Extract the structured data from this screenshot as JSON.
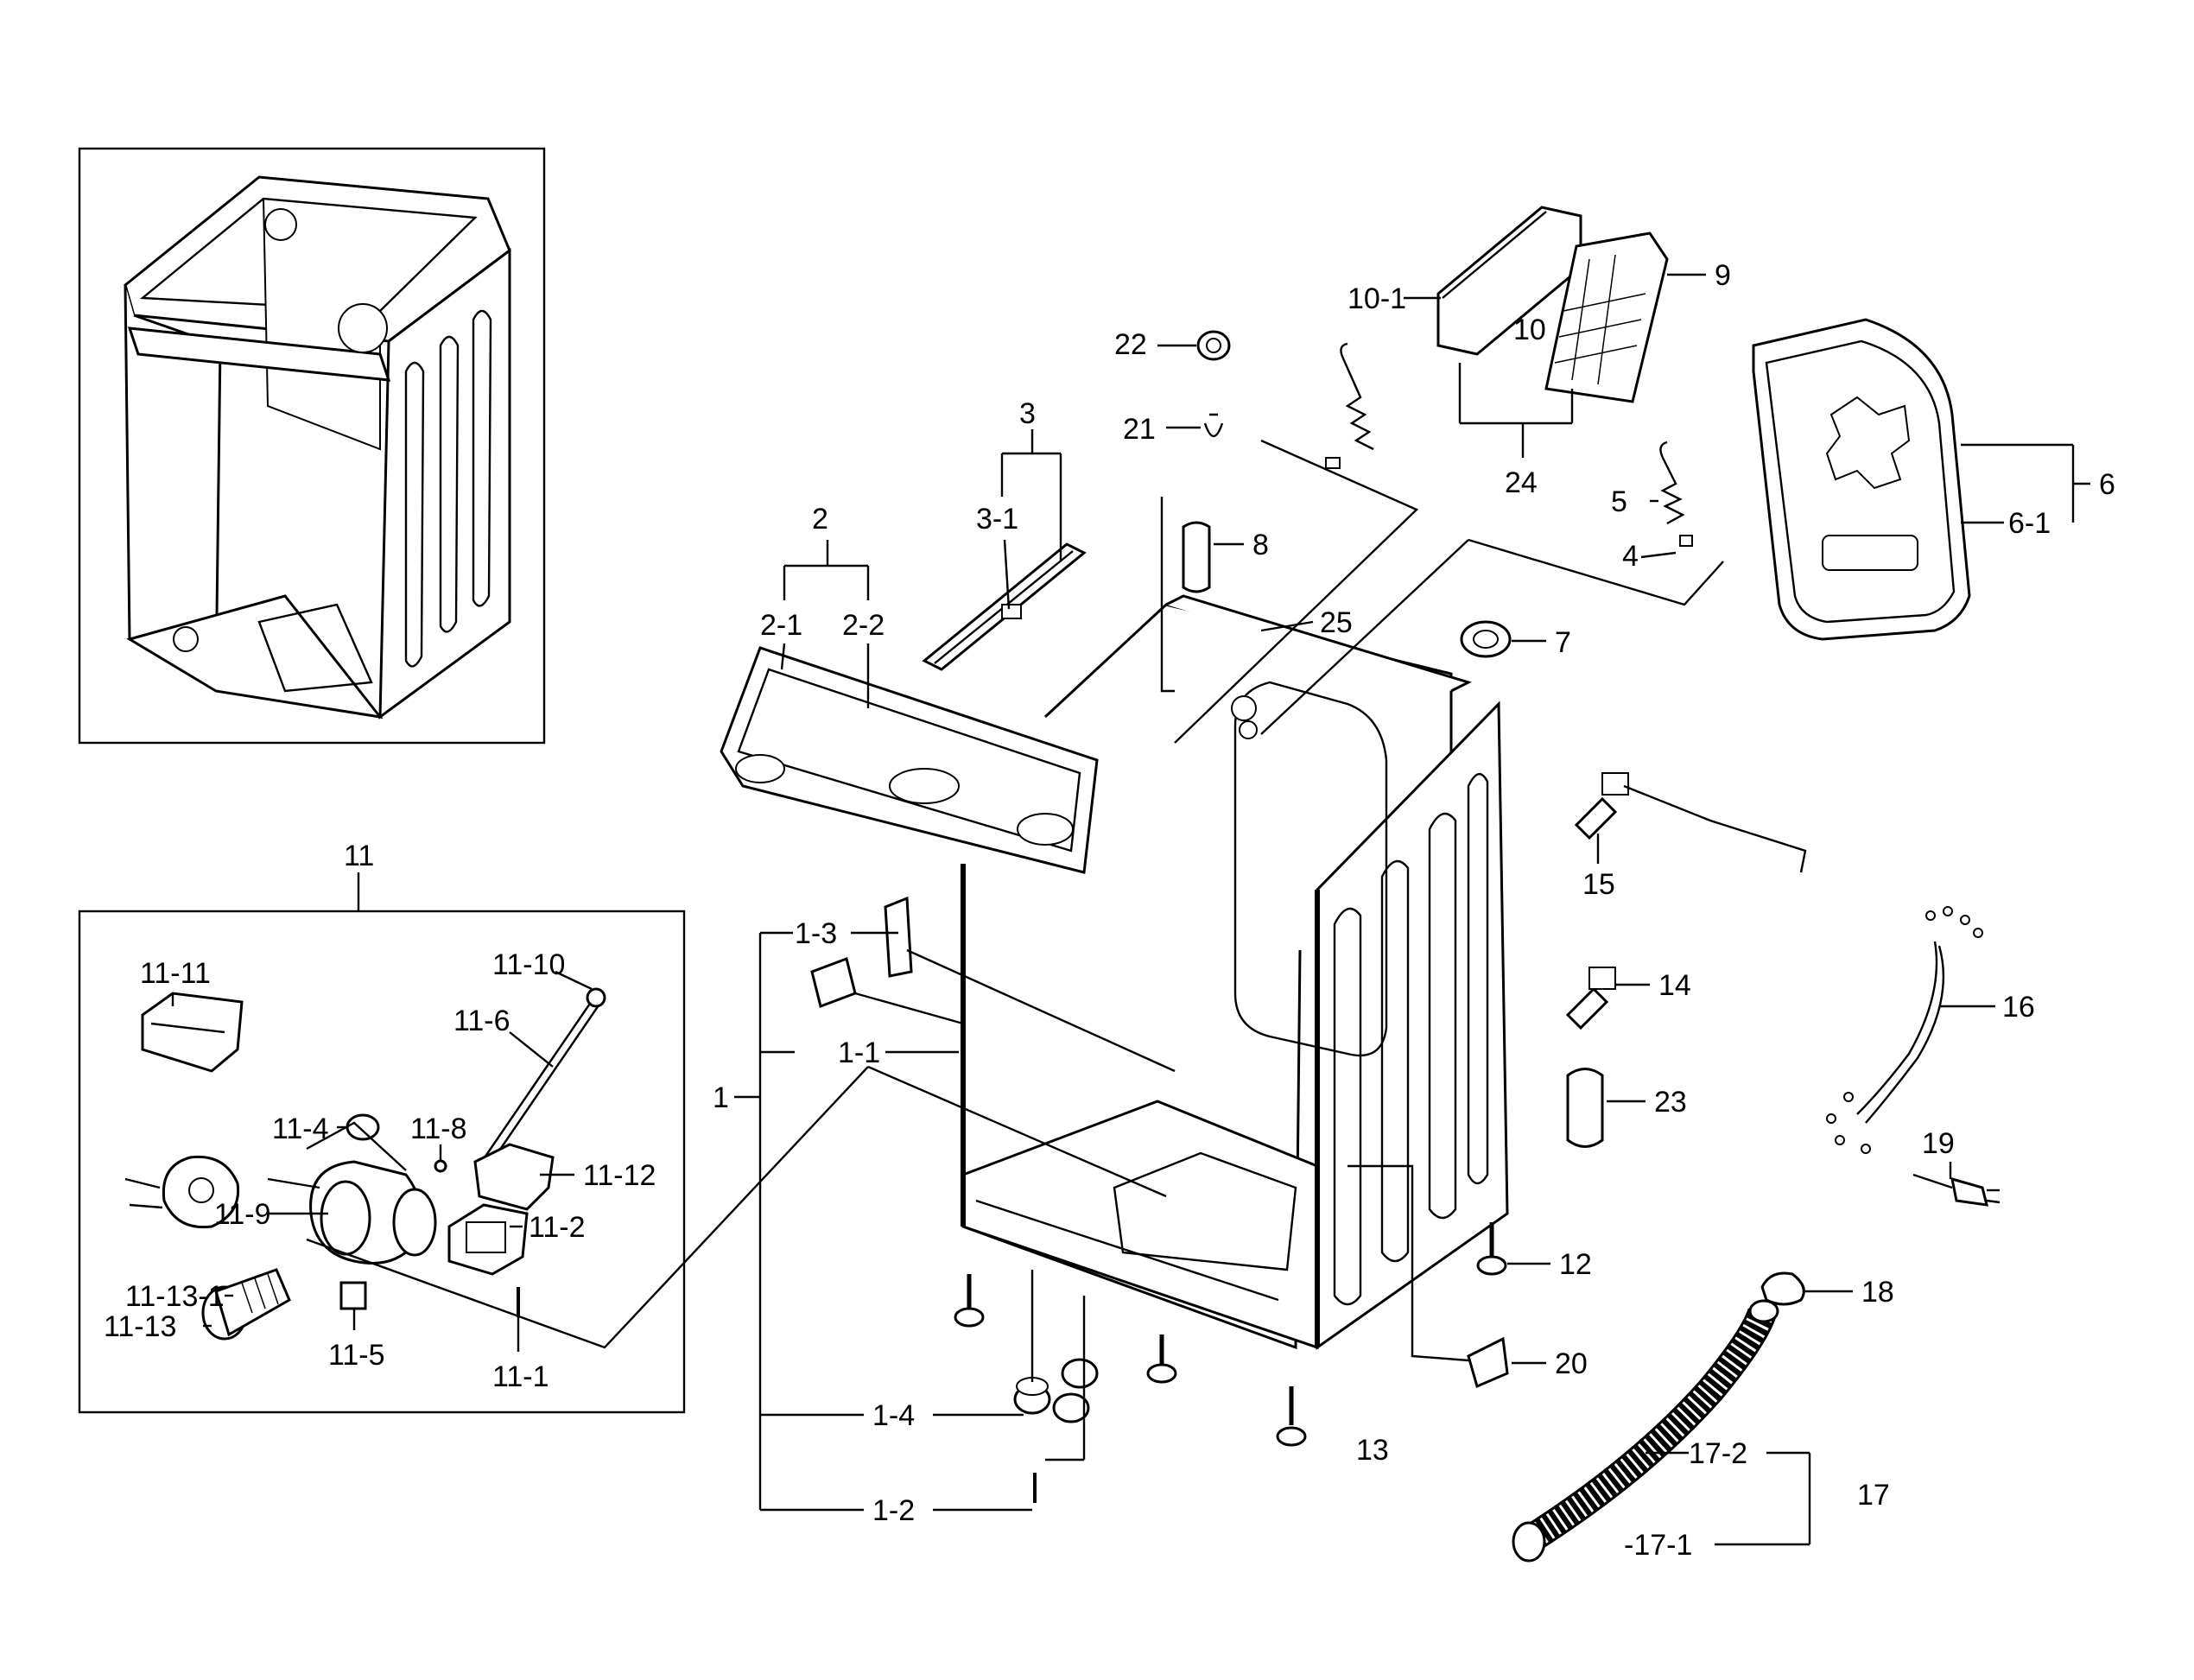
{
  "labels": {
    "l1": "1",
    "l1_1": "1-1",
    "l1_2": "1-2",
    "l1_3": "1-3",
    "l1_4": "1-4",
    "l2": "2",
    "l2_1": "2-1",
    "l2_2": "2-2",
    "l3": "3",
    "l3_1": "3-1",
    "l4": "4",
    "l5": "5",
    "l6": "6",
    "l6_1": "6-1",
    "l7": "7",
    "l8": "8",
    "l9": "9",
    "l10": "10",
    "l10_1": "10-1",
    "l11": "11",
    "l11_1": "11-1",
    "l11_2": "11-2",
    "l11_4": "11-4",
    "l11_5": "11-5",
    "l11_6": "11-6",
    "l11_8": "11-8",
    "l11_9": "11-9",
    "l11_10": "11-10",
    "l11_11": "11-11",
    "l11_12": "11-12",
    "l11_13": "11-13",
    "l11_13_1": "11-13-1",
    "l12": "12",
    "l13": "13",
    "l14": "14",
    "l15": "15",
    "l16": "16",
    "l17": "17",
    "l17_1": "-17-1",
    "l17_2": "17-2",
    "l18": "18",
    "l19": "19",
    "l20": "20",
    "l21": "21",
    "l22": "22",
    "l23": "23",
    "l24": "24",
    "l25": "25"
  }
}
